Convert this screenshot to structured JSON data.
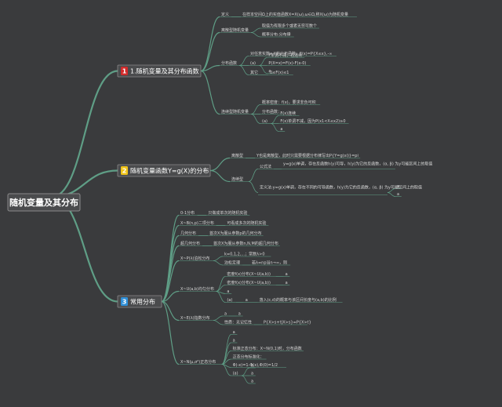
{
  "colors": {
    "background": "#3a3b3d",
    "line": "#5f9e86",
    "box_border": "#8a8a8a",
    "box_fill": "#4a4b4d",
    "badge_red": "#d12b2b",
    "badge_yellow": "#f0c419",
    "badge_blue": "#2f8fd8"
  },
  "root": {
    "label": "随机变量及其分布"
  },
  "branches": [
    {
      "badge": "1",
      "badge_color": "badge_red",
      "label": "1.随机变量及其分布函数",
      "children": [
        {
          "label": "定义",
          "children": [
            {
              "label": "在样本空间Ω上的实值函数X=X(ω),ω∈Ω,称X(ω)为随机变量"
            }
          ]
        },
        {
          "label": "离散型随机变量",
          "children": [
            {
              "label": "取值为有限多个或者无穷可数个"
            },
            {
              "label": "概率分布:分布律"
            }
          ]
        },
        {
          "label": "分布函数",
          "children": [
            {
              "label": "对任意实数x,X的分布函数：F(x)=P{X≤x},-∞"
            },
            {
              "label": "(a)",
              "children": [
                {
                  "label": "F单调不减，右连续"
                },
                {
                  "label": "P(X=x)=F(x)-F(x-0)"
                },
                {
                  "label": "a"
                }
              ]
            },
            {
              "label": "其它",
              "children": [
                {
                  "label": "0≤F(x)≤1"
                }
              ]
            }
          ]
        },
        {
          "label": "连续型随机变量",
          "children": [
            {
              "label": "概率密度：f(x)，要求非负可积"
            },
            {
              "label": "分布函数："
            },
            {
              "label": "(a)",
              "children": [
                {
                  "label": "F(x)连续"
                },
                {
                  "label": "F(x)单调不减，因为P(x1<X≤x2)≥0"
                },
                {
                  "label": "a"
                }
              ]
            }
          ]
        }
      ]
    },
    {
      "badge": "2",
      "badge_color": "badge_yellow",
      "label": "随机变量函数Y=g(X)的分布",
      "children": [
        {
          "label": "离散型",
          "children": [
            {
              "label": "Y也是离散型，此时只需要根据分布律写出P{Y=g(xi)}=pi"
            }
          ]
        },
        {
          "label": "连续型",
          "children": [
            {
              "label": "公式法",
              "children": [
                {
                  "label": "y=g(x)单调，存在反函数h(y)可导，h(y)为它的反函数，(α, β) 为y可能区间上的取值"
                }
              ]
            },
            {
              "label": "定义法:y=g(x)单调，存在不同的可导函数，h(y)为它的反函数，(α, β) 为y可能区间上的取值",
              "children": [
                {
                  "label": "a"
                },
                {
                  "label": "a"
                }
              ]
            }
          ]
        }
      ]
    },
    {
      "badge": "3",
      "badge_color": "badge_blue",
      "label": "常用分布",
      "children": [
        {
          "label": "0-1分布",
          "children": [
            {
              "label": "只做成单次的随机实验"
            }
          ]
        },
        {
          "label": "X~B(n,p)二项分布",
          "children": [
            {
              "label": "可看成多次的随机实验"
            }
          ]
        },
        {
          "label": "几何分布",
          "children": [
            {
              "label": "首次X为服从参数p的几何分布"
            }
          ]
        },
        {
          "label": "超几何分布",
          "children": [
            {
              "label": "首次X为服从参数n,N,M的超几何分布"
            }
          ]
        },
        {
          "label": "X~P(λ)泊松分布",
          "children": [
            {
              "label": "k=0,1,2,...；常数λ>0"
            },
            {
              "label": "泊松定理",
              "children": [
                {
                  "label": "若λ=np当n→∞，则"
                }
              ]
            }
          ]
        },
        {
          "label": "X~U(a,b)均匀分布",
          "children": [
            {
              "label": "密度f(x)分布(X~U(a,b))",
              "children": [
                {
                  "label": "a"
                }
              ]
            },
            {
              "label": "密度f(x)分布(X~U(a,b))",
              "children": [
                {
                  "label": "a"
                }
              ]
            },
            {
              "label": "a"
            },
            {
              "label": "(a)",
              "children": [
                {
                  "label": "a",
                  "children": [
                    {
                      "label": "落入(c,d)的概率与该区间长度与(a,b)的比例"
                    }
                  ]
                }
              ]
            }
          ]
        },
        {
          "label": "X~E(λ)指数分布",
          "children": [
            {
              "label": "a",
              "children": [
                {
                  "label": "a"
                }
              ]
            },
            {
              "label": "性质：无记忆性",
              "children": [
                {
                  "label": "P{X>s+t|X>s}=P{X>t}"
                }
              ]
            }
          ]
        },
        {
          "label": "X~N(μ,σ²)正态分布",
          "children": [
            {
              "label": "a"
            },
            {
              "label": "a"
            },
            {
              "label": "标准正态分布：X~N(0,1)时，分布函数"
            },
            {
              "label": "正态分布标准化："
            },
            {
              "label": "Φ(-x)=1-Φ(x),Φ(0)=1/2"
            },
            {
              "label": "(a)",
              "children": [
                {
                  "label": "a"
                },
                {
                  "label": "a"
                },
                {
                  "label": "a"
                }
              ]
            }
          ]
        }
      ]
    }
  ]
}
